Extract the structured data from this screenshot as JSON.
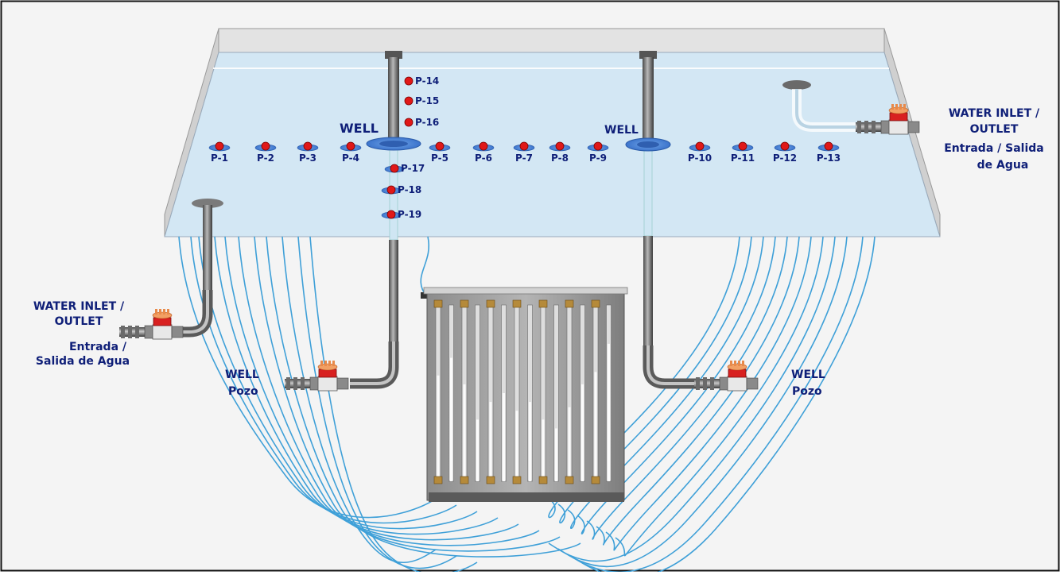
{
  "labels": {
    "top_points": [
      "P-1",
      "P-2",
      "P-3",
      "P-4",
      "P-5",
      "P-6",
      "P-7",
      "P-8",
      "P-9",
      "P-10",
      "P-11",
      "P-12",
      "P-13"
    ],
    "depth_points": [
      "P-14",
      "P-15",
      "P-16",
      "P-17",
      "P-18",
      "P-19"
    ],
    "well_left_top": "WELL",
    "well_right_top": "WELL",
    "well_left_bottom": [
      "WELL",
      "Pozo"
    ],
    "well_right_bottom": [
      "WELL",
      "Pozo"
    ],
    "inlet_left": [
      "WATER INLET /",
      "OUTLET",
      "Entrada /",
      "Salida de Agua"
    ],
    "inlet_right": [
      "WATER INLET /",
      "OUTLET",
      "Entrada / Salida",
      "de Agua"
    ]
  },
  "colors": {
    "water": "#cfe4f2",
    "point_marker": "#e01818",
    "tube": "#3fa0d8",
    "label": "#0f1f78",
    "pipe": "#6e6e6e"
  }
}
